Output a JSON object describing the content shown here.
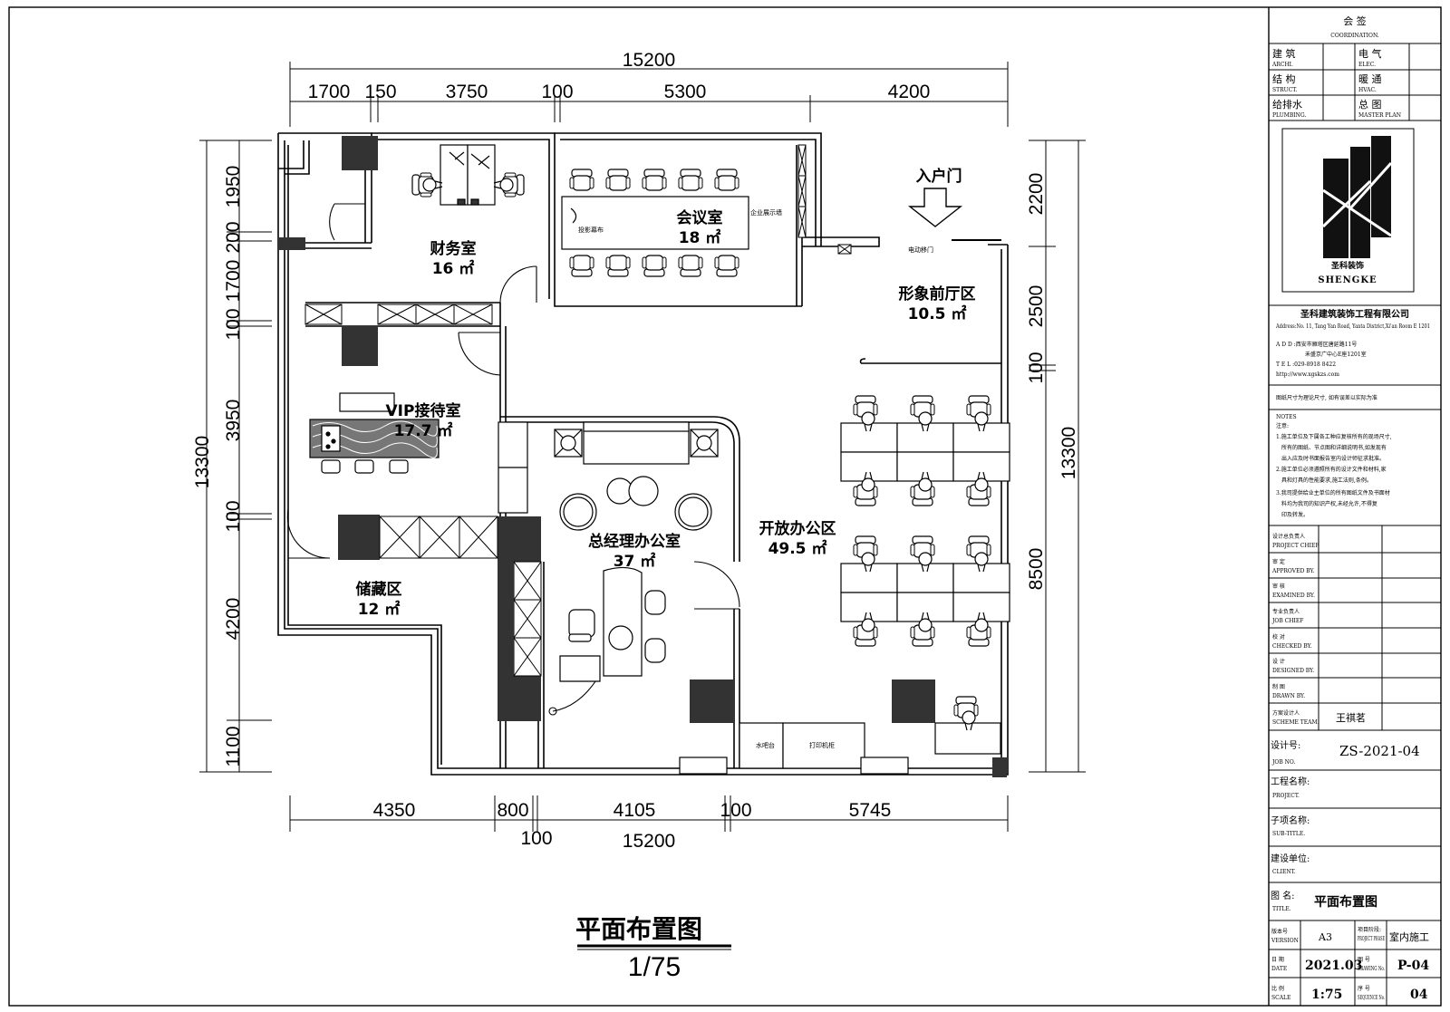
{
  "dimensions": {
    "top_total": "15200",
    "top_segments": [
      "1700",
      "150",
      "3750",
      "100",
      "5300",
      "4200"
    ],
    "left_total": "13300",
    "left_segments": [
      "1950",
      "200",
      "1700",
      "100",
      "3950",
      "100",
      "4200",
      "1100"
    ],
    "right_total": "13300",
    "right_segments": [
      "2200",
      "2500",
      "100",
      "8500"
    ],
    "bottom_segments": [
      "4350",
      "800",
      "4105",
      "100",
      "5745"
    ],
    "bottom_sub": "100",
    "bottom_total": "15200"
  },
  "rooms": {
    "finance": {
      "name": "财务室",
      "area": "16 ㎡"
    },
    "meeting": {
      "name": "会议室",
      "area": "18 ㎡"
    },
    "lobby": {
      "name": "形象前厅区",
      "area": "10.5 ㎡"
    },
    "vip": {
      "name": "VIP接待室",
      "area": "17.7 ㎡"
    },
    "gm": {
      "name": "总经理办公室",
      "area": "37 ㎡"
    },
    "open": {
      "name": "开放办公区",
      "area": "49.5 ㎡"
    },
    "storage": {
      "name": "储藏区",
      "area": "12 ㎡"
    }
  },
  "labels": {
    "entrance": "入户门",
    "projector_screen": "投影幕布",
    "display_wall": "企业展示墙",
    "sliding_door": "电动移门",
    "water_cabinet": "水吧台",
    "file_cabinet": "打印机柜"
  },
  "drawing": {
    "title": "平面布置图",
    "scale": "1/75"
  },
  "title_block": {
    "coordination": "会 签",
    "coordination_en": "COORDINATION.",
    "disciplines": [
      {
        "cn": "建 筑",
        "en": "ARCHI."
      },
      {
        "cn": "电 气",
        "en": "ELEC."
      },
      {
        "cn": "结 构",
        "en": "STRUCT."
      },
      {
        "cn": "暖 通",
        "en": "HVAC."
      },
      {
        "cn": "给排水",
        "en": "PLUMBING."
      },
      {
        "cn": "总 图",
        "en": "MASTER PLAN"
      }
    ],
    "logo_cn": "圣科装饰",
    "logo_en": "SHENGKE",
    "company": "圣科建筑装饰工程有限公司",
    "address_en": "Address:No. 11, Tang Yan Road, Yanta District,Xi'an Room E 1201",
    "address_cn_1": "A D D :西安市雁塔区唐延路11号",
    "address_cn_2": "禾盛京广中心E座1201室",
    "tel": "T E L :029-8918 8422",
    "web": "http://www.xgskzs.com",
    "disclaimer": "图纸尺寸为理论尺寸, 如有误差以实际为准",
    "notes_head": "NOTES",
    "notes_cn_head": "注意:",
    "notes": [
      "1.施工单位及下属各工种应复核所有的现场尺寸,",
      "所有的图纸、节点图和详细说明书,如发现有",
      "出入应及时书面报告室内设计师征求批准。",
      "2.施工单位必须遵照所有的设计文件和材料,家",
      "具和灯具的性能要求,施工法则,条例。",
      "3.我司提供给业主单位的所有图纸文件及书面材",
      "料均为我司的知识产权,未经允许,不得复",
      "印及转发。"
    ],
    "roles": [
      {
        "cn": "设计总负责人",
        "en": "PROJECT CHIEF",
        "val": ""
      },
      {
        "cn": "审 定",
        "en": "APPROVED BY.",
        "val": ""
      },
      {
        "cn": "审 核",
        "en": "EXAMINED BY.",
        "val": ""
      },
      {
        "cn": "专业负责人",
        "en": "JOB CHIEF",
        "val": ""
      },
      {
        "cn": "校 对",
        "en": "CHECKED BY.",
        "val": ""
      },
      {
        "cn": "设 计",
        "en": "DESIGNED BY.",
        "val": ""
      },
      {
        "cn": "制 图",
        "en": "DRAWN BY.",
        "val": ""
      },
      {
        "cn": "方案设计人",
        "en": "SCHEME TEAM.",
        "val": "王祺茗"
      }
    ],
    "job_no_label": "设计号:",
    "job_no_en": "JOB NO.",
    "job_no": "ZS-2021-04",
    "project_label": "工程名称:",
    "project_en": "PROJECT.",
    "subtitle_label": "子项名称:",
    "subtitle_en": "SUB-TITLE.",
    "client_label": "建设单位:",
    "client_en": "CLIENT.",
    "title_label": "图 名:",
    "title_en": "TITLE.",
    "title_value": "平面布置图",
    "version_label": "版本号",
    "version_en": "VERSION",
    "version": "A3",
    "phase_label": "项目阶段:",
    "phase_en": "PROJECT PHASE",
    "phase": "室内施工",
    "date_label": "日 期",
    "date_en": "DATE",
    "date": "2021.03",
    "drawing_no_label": "图 号",
    "drawing_no_en": "DRAWING No.",
    "drawing_no": "P-04",
    "scale_label": "比 例",
    "scale_en": "SCALE",
    "scale": "1:75",
    "seq_label": "序 号",
    "seq_en": "SEQUENCE No.",
    "seq": "04"
  }
}
